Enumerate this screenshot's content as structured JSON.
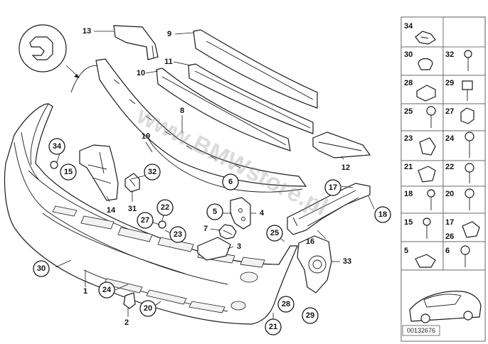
{
  "watermark": "www.BMWstore.pl",
  "diagram_code": "00132676",
  "callouts": {
    "c1": "1",
    "c2": "2",
    "c3": "3",
    "c4": "4",
    "c5": "5",
    "c6": "6",
    "c7": "7",
    "c8": "8",
    "c9": "9",
    "c10": "10",
    "c11": "11",
    "c12": "12",
    "c13": "13",
    "c14": "14",
    "c15": "15",
    "c16": "16",
    "c17": "17",
    "c18": "18",
    "c19": "19",
    "c20": "20",
    "c21": "21",
    "c22": "22",
    "c23": "23",
    "c24": "24",
    "c25": "25",
    "c27": "27",
    "c28": "28",
    "c29": "29",
    "c30": "30",
    "c31": "31",
    "c32": "32",
    "c33": "33",
    "c34": "34"
  },
  "sidebar": {
    "items": [
      "34",
      "30",
      "32",
      "28",
      "29",
      "25",
      "27",
      "23",
      "24",
      "21",
      "22",
      "18",
      "20",
      "15",
      "17",
      "26",
      "5",
      "6"
    ]
  }
}
